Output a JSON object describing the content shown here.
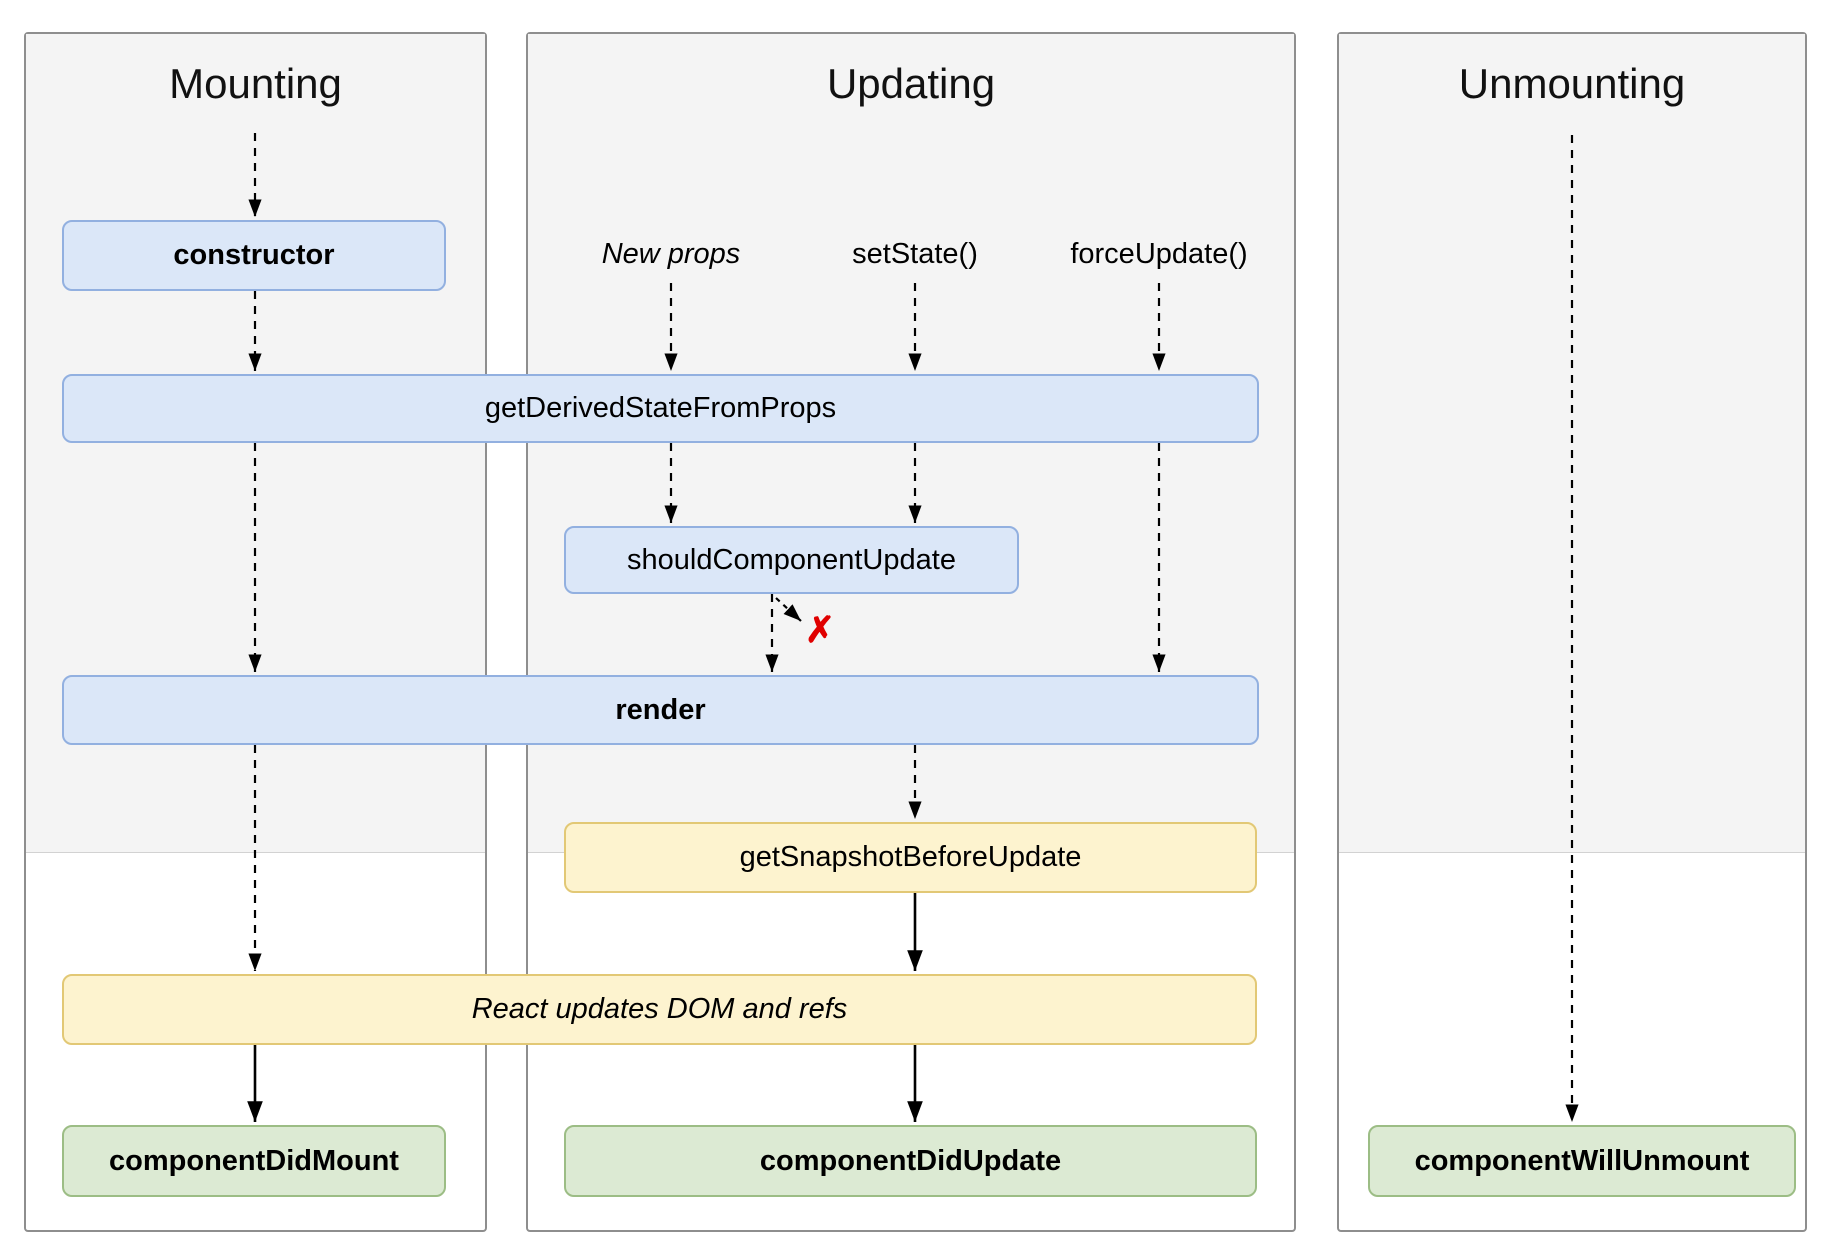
{
  "columns": {
    "mounting": {
      "title": "Mounting"
    },
    "updating": {
      "title": "Updating",
      "triggers": [
        "New props",
        "setState()",
        "forceUpdate()"
      ]
    },
    "unmounting": {
      "title": "Unmounting"
    }
  },
  "boxes": {
    "constructor": "constructor",
    "getDerivedStateFromProps": "getDerivedStateFromProps",
    "shouldComponentUpdate": "shouldComponentUpdate",
    "render": "render",
    "getSnapshotBeforeUpdate": "getSnapshotBeforeUpdate",
    "reactUpdates": "React updates DOM and refs",
    "componentDidMount": "componentDidMount",
    "componentDidUpdate": "componentDidUpdate",
    "componentWillUnmount": "componentWillUnmount"
  },
  "icons": {
    "abort_x": "✗"
  },
  "colors": {
    "blue_fill": "#dbe7f8",
    "blue_border": "#92b0e0",
    "yellow_fill": "#fdf3cf",
    "yellow_border": "#e2c875",
    "green_fill": "#dcead3",
    "green_border": "#9cbd85",
    "phase_gray": "#f4f4f4",
    "abort_red": "#e00000",
    "arrow": "#000000"
  }
}
